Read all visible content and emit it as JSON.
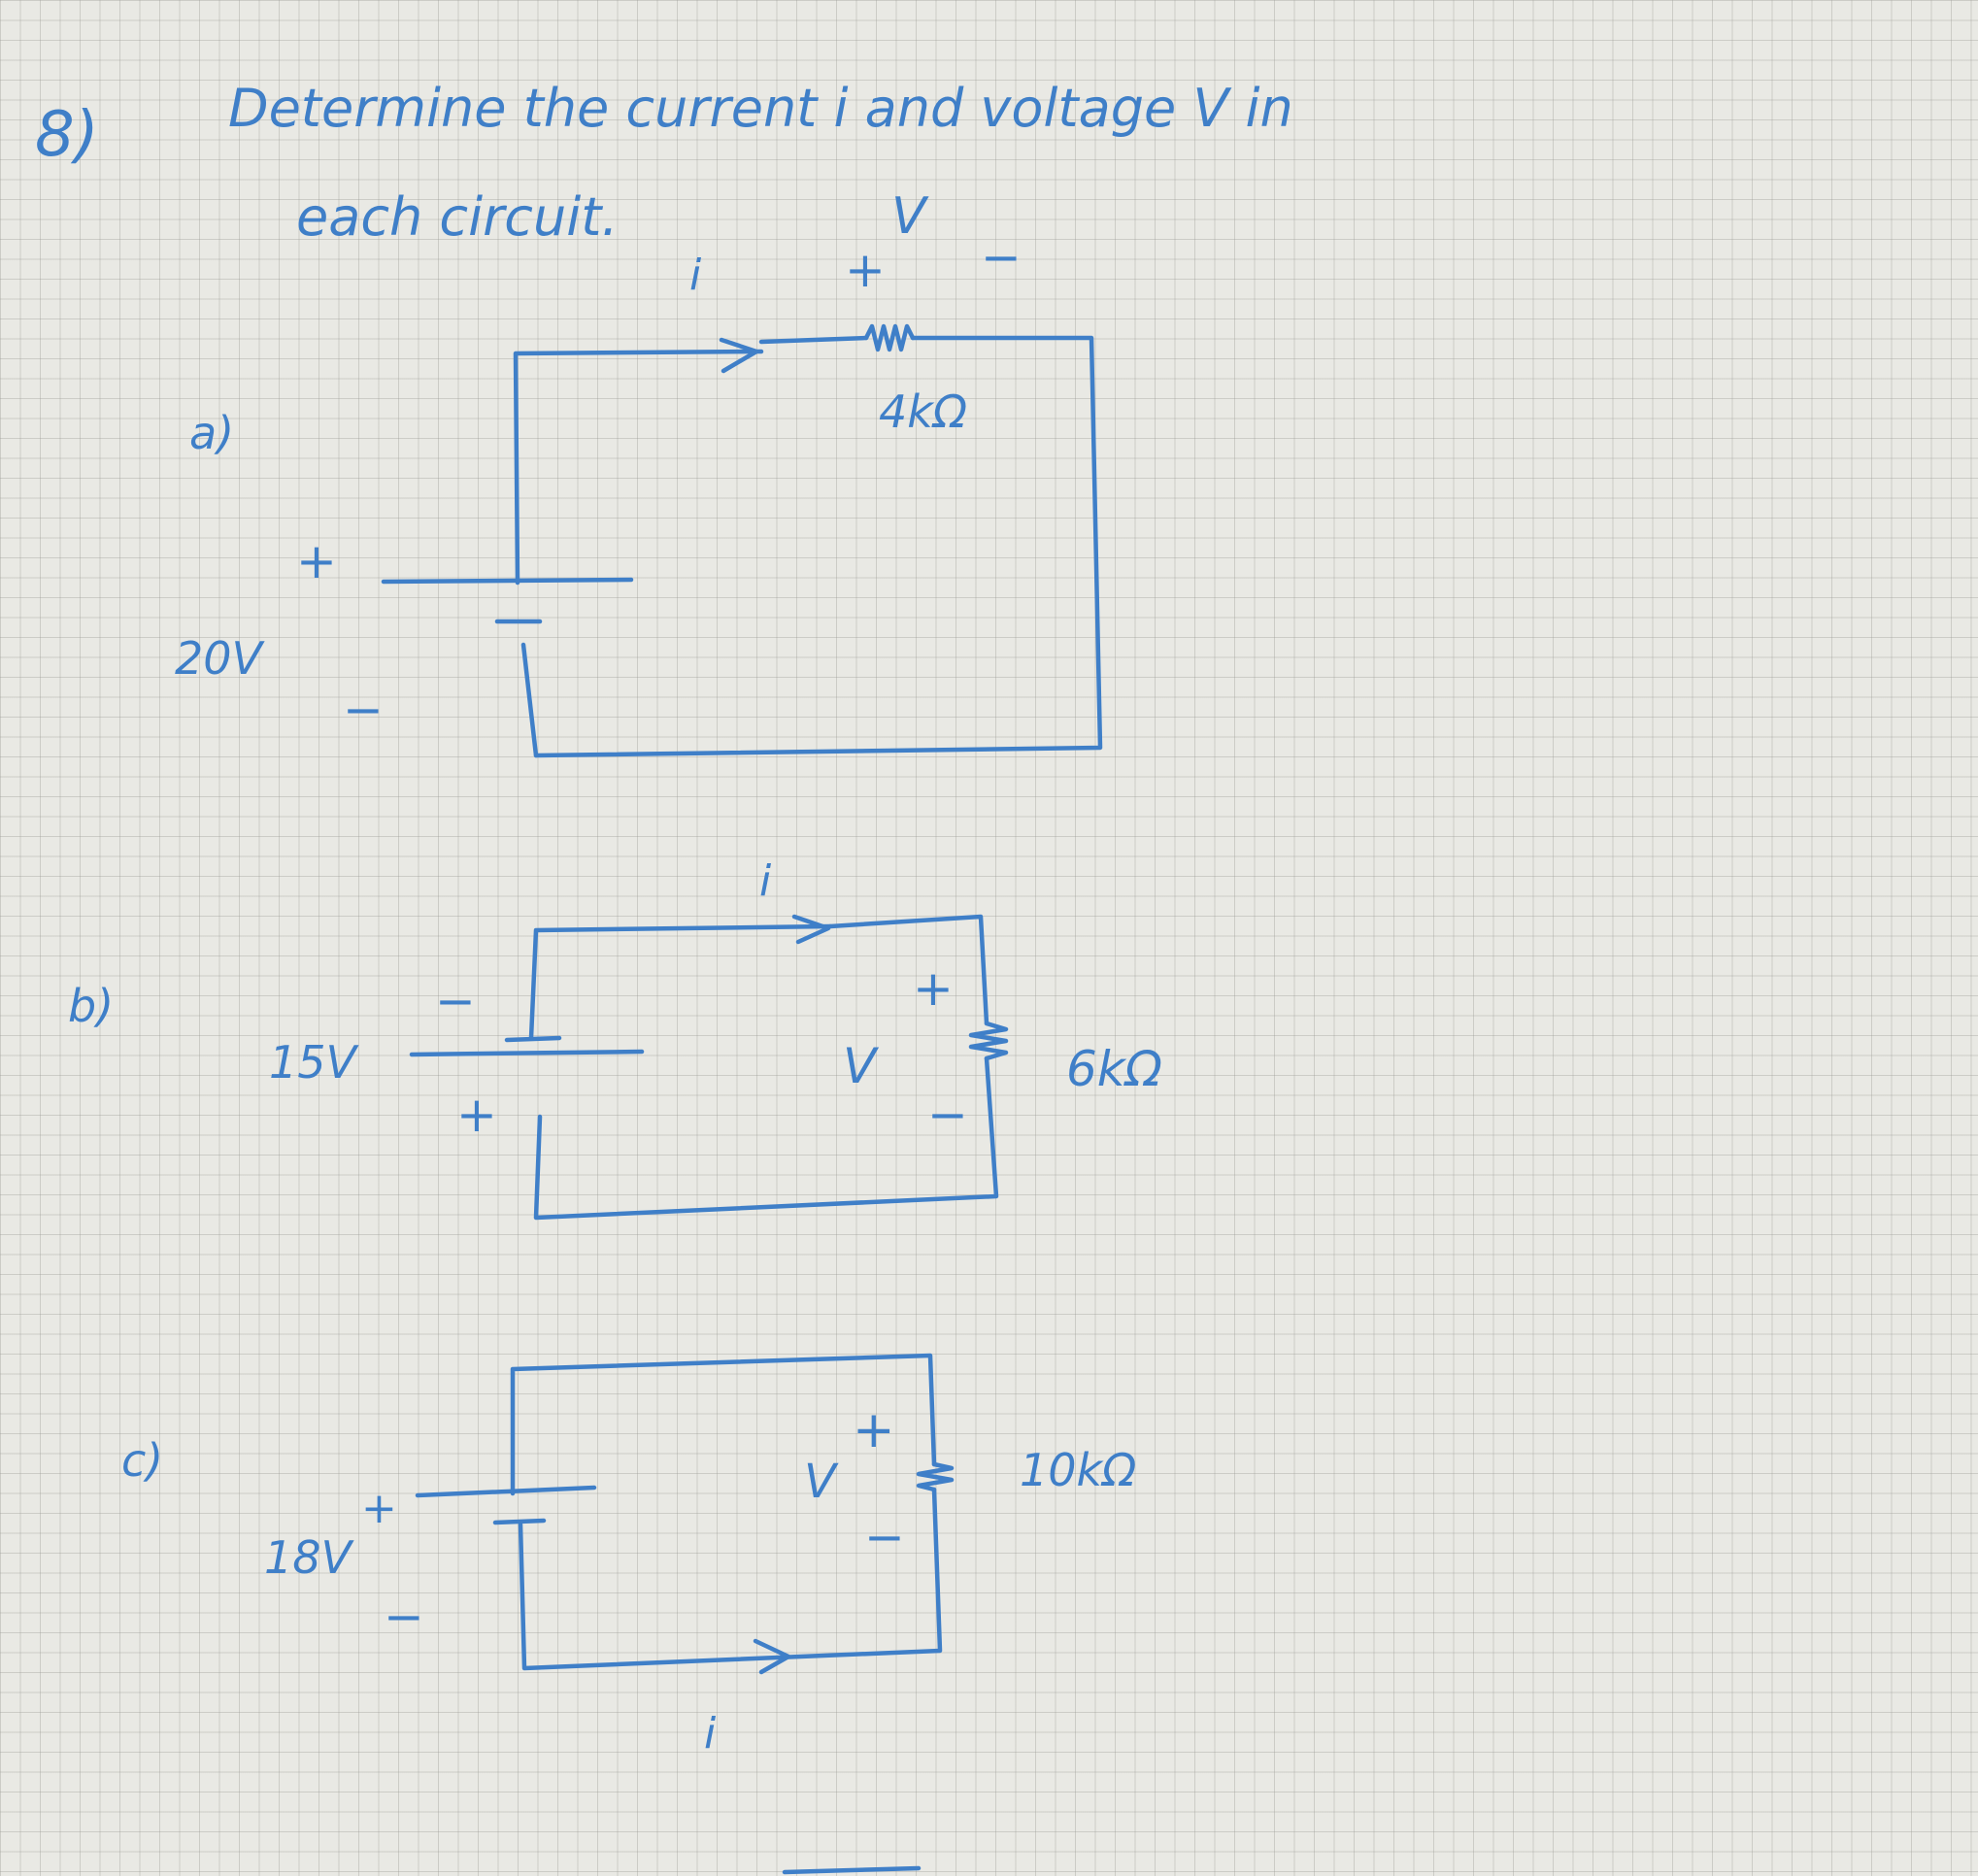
{
  "problem": {
    "number": "8)",
    "line1": "Determine the current i and voltage V in",
    "line2": "each circuit."
  },
  "circuits": [
    {
      "label": "a)",
      "source_value": "20V",
      "source_plus": "+",
      "source_minus": "−",
      "current_label": "i",
      "voltage_label": "V",
      "v_plus": "+",
      "v_minus": "−",
      "resistor_value": "4kΩ"
    },
    {
      "label": "b)",
      "source_value": "15V",
      "source_plus": "+",
      "source_minus": "−",
      "current_label": "i",
      "voltage_label": "V",
      "v_plus": "+",
      "v_minus": "−",
      "resistor_value": "6kΩ"
    },
    {
      "label": "c)",
      "source_value": "18V",
      "source_plus": "+",
      "source_minus": "−",
      "current_label": "i",
      "voltage_label": "V",
      "v_plus": "+",
      "v_minus": "−",
      "resistor_value": "10kΩ"
    }
  ],
  "colors": {
    "ink": "#3f7fc8",
    "paper": "#e9e9e4",
    "grid": "#969691"
  }
}
